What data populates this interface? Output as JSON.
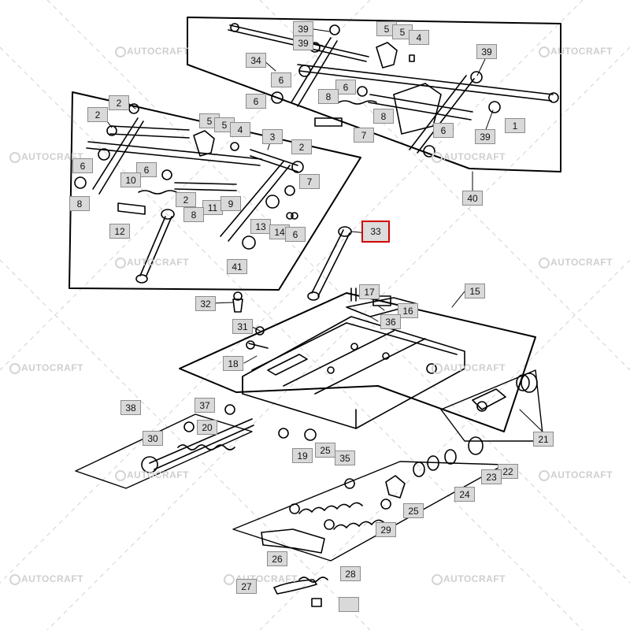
{
  "diagram": {
    "watermark": "AUTOCRAFT",
    "highlighted": "41",
    "labels": [
      "39",
      "39",
      "5",
      "5",
      "4",
      "34",
      "6",
      "39",
      "6",
      "8",
      "6",
      "1",
      "8",
      "7",
      "39",
      "6",
      "40",
      "2",
      "2",
      "5",
      "5",
      "4",
      "3",
      "2",
      "6",
      "6",
      "8",
      "10",
      "11",
      "9",
      "8",
      "2",
      "7",
      "12",
      "13",
      "14",
      "6",
      "41",
      "33",
      "32",
      "31",
      "18",
      "15",
      "17",
      "16",
      "36",
      "38",
      "37",
      "30",
      "20",
      "19",
      "25",
      "35",
      "21",
      "22",
      "23",
      "24",
      "25",
      "29",
      "26",
      "28",
      "27"
    ]
  }
}
